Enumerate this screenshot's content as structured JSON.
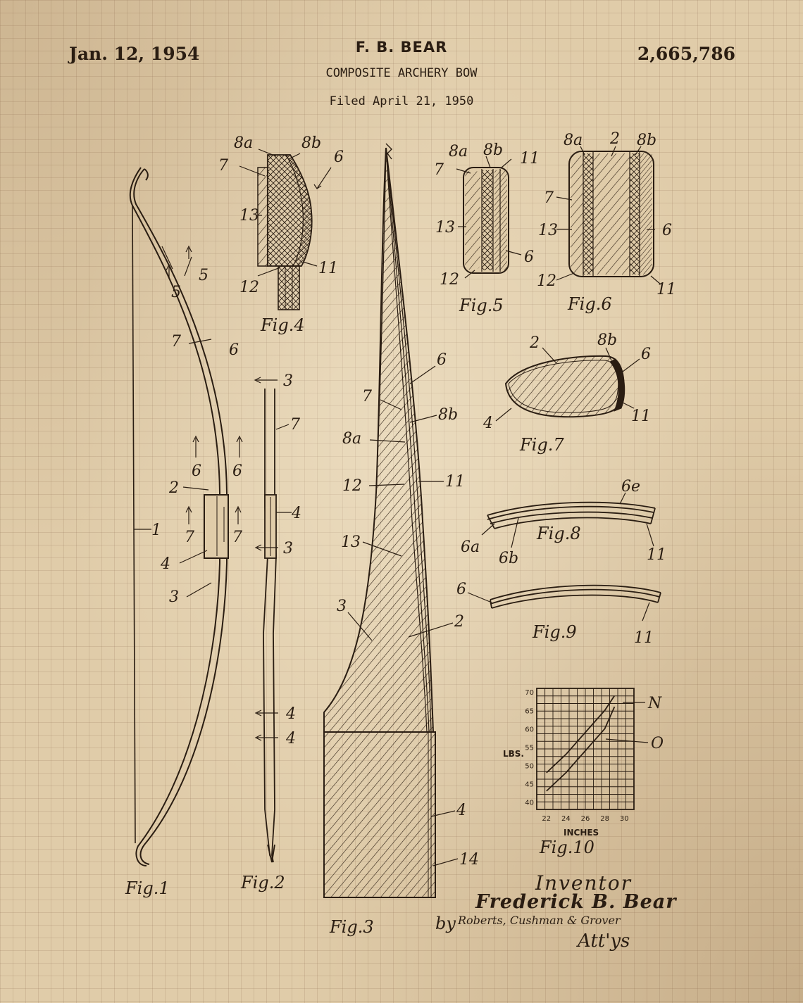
{
  "header": {
    "date": "Jan. 12, 1954",
    "inventor": "F. B. BEAR",
    "patent_number": "2,665,786",
    "title": "COMPOSITE ARCHERY BOW",
    "filed": "Filed April 21, 1950"
  },
  "figures": {
    "fig1": "Fig.1",
    "fig2": "Fig.2",
    "fig3": "Fig.3",
    "fig4": "Fig.4",
    "fig5": "Fig.5",
    "fig6": "Fig.6",
    "fig7": "Fig.7",
    "fig8": "Fig.8",
    "fig9": "Fig.9",
    "fig10": "Fig.10"
  },
  "reference_numerals": {
    "r1": "1",
    "r2": "2",
    "r3": "3",
    "r4": "4",
    "r5": "5",
    "r6": "6",
    "r7": "7",
    "r8a": "8a",
    "r8b": "8b",
    "r11": "11",
    "r12": "12",
    "r13": "13",
    "r14": "14",
    "r6a": "6a",
    "r6b": "6b",
    "r6e": "6e"
  },
  "graph": {
    "ylabel": "LBS.",
    "xlabel": "INCHES",
    "y_ticks": [
      "70",
      "65",
      "60",
      "55",
      "50",
      "45",
      "40"
    ],
    "x_ticks": [
      "22",
      "24",
      "26",
      "28",
      "30"
    ],
    "curve_n": "N",
    "curve_o": "O"
  },
  "chart_data": {
    "type": "line",
    "xlabel": "INCHES",
    "ylabel": "LBS.",
    "xlim": [
      21,
      31
    ],
    "ylim": [
      38,
      71
    ],
    "series": [
      {
        "name": "N",
        "x": [
          22,
          24,
          26,
          28,
          29
        ],
        "y": [
          48,
          53,
          59,
          65,
          69
        ]
      },
      {
        "name": "O",
        "x": [
          22,
          24,
          26,
          28,
          29
        ],
        "y": [
          43,
          48,
          54,
          60,
          66
        ]
      }
    ]
  },
  "signature": {
    "role": "Inventor",
    "name": "Frederick B. Bear",
    "by": "by",
    "firm": "Roberts, Cushman & Grover",
    "att": "Att'ys"
  }
}
